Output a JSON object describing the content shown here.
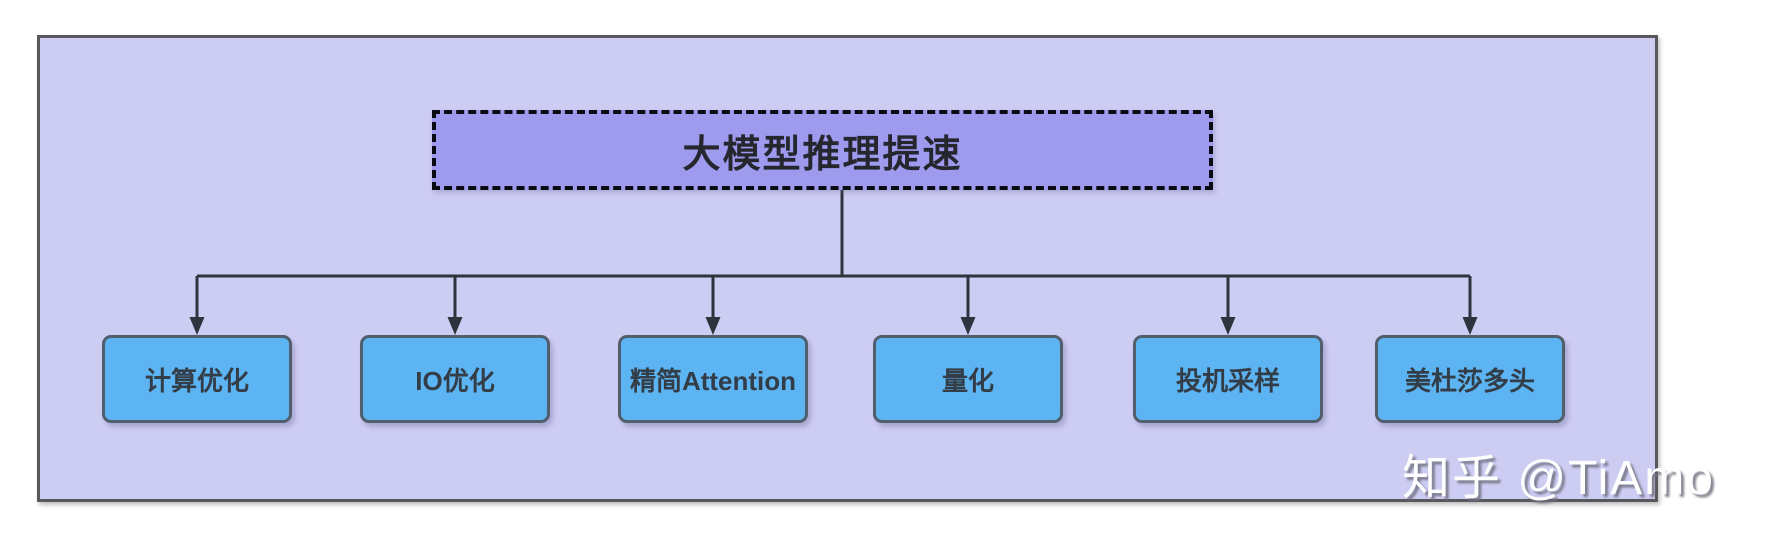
{
  "diagram": {
    "root": {
      "label": "大模型推理提速"
    },
    "children": [
      {
        "label": "计算优化"
      },
      {
        "label": "IO优化"
      },
      {
        "label": "精简Attention"
      },
      {
        "label": "量化"
      },
      {
        "label": "投机采样"
      },
      {
        "label": "美杜莎多头"
      }
    ]
  },
  "watermark": {
    "text": "知乎 @TiAmo"
  },
  "colors": {
    "canvas_bg": "#ffffff",
    "panel_bg": "#cdccf3",
    "panel_border": "#58585c",
    "root_fill": "#9e9bef",
    "root_border": "#0b0b14",
    "root_text": "#26262e",
    "child_fill": "#5db4f2",
    "child_border": "#515e6b",
    "child_text": "#333d47",
    "connector": "#2e333d"
  }
}
